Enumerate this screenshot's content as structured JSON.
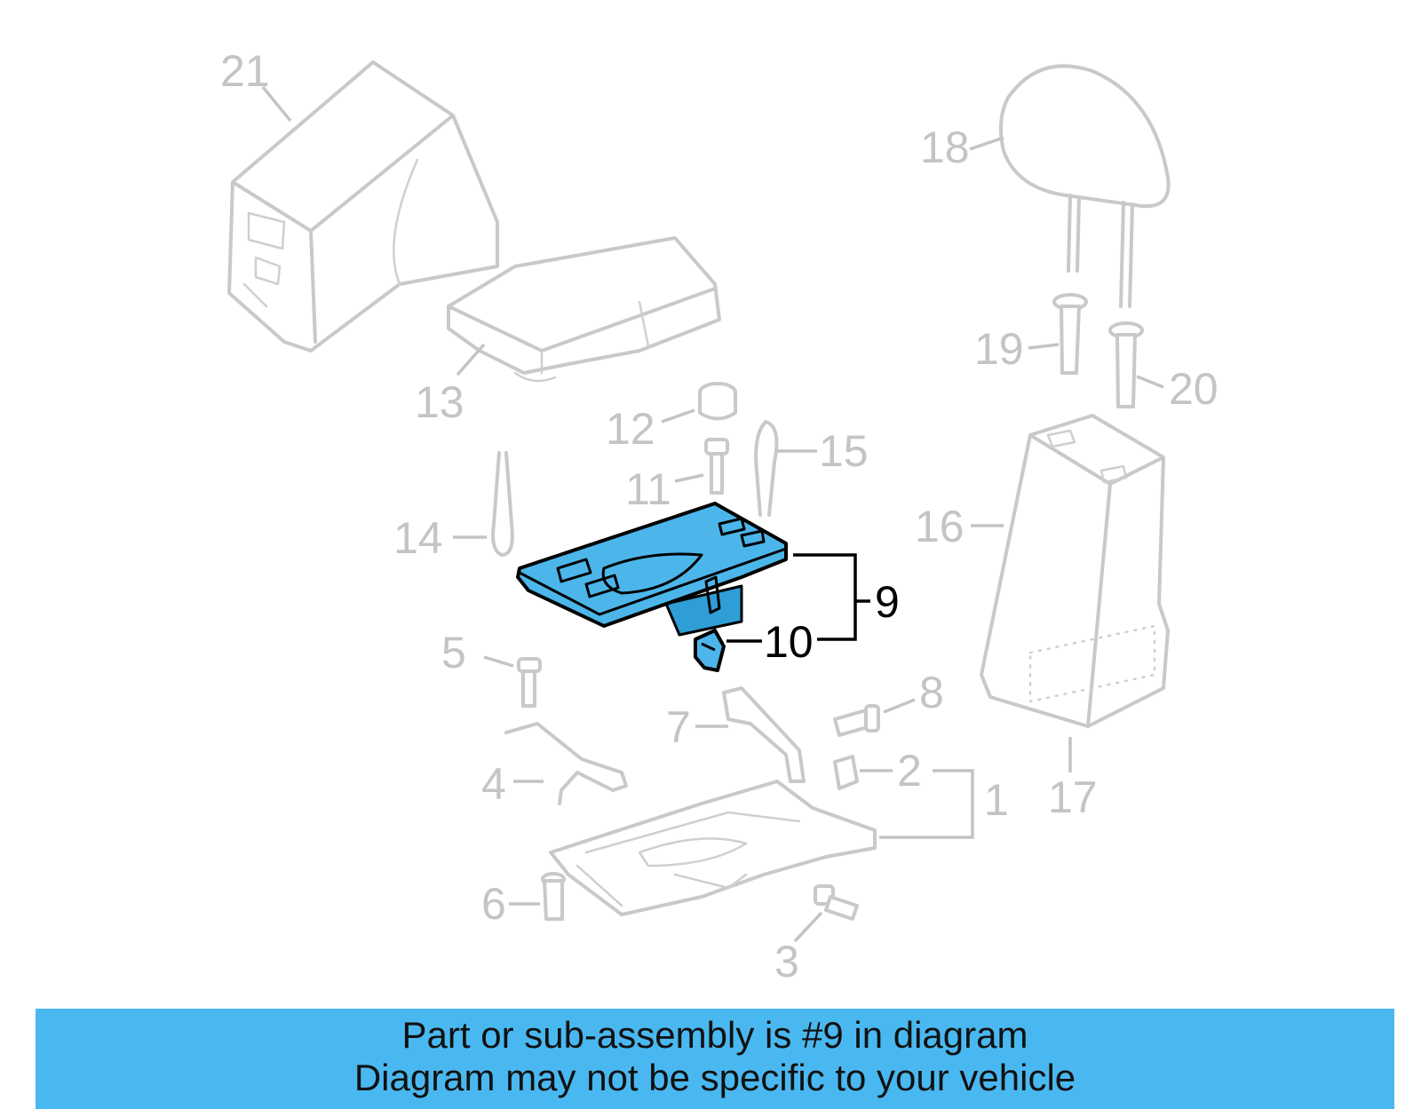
{
  "callouts": {
    "c1": "1",
    "c2": "2",
    "c3": "3",
    "c4": "4",
    "c5": "5",
    "c6": "6",
    "c7": "7",
    "c8": "8",
    "c9": "9",
    "c10": "10",
    "c11": "11",
    "c12": "12",
    "c13": "13",
    "c14": "14",
    "c15": "15",
    "c16": "16",
    "c17": "17",
    "c18": "18",
    "c19": "19",
    "c20": "20",
    "c21": "21"
  },
  "colors": {
    "highlight": "#4cb6ea",
    "banner": "#4ab8f0",
    "ghost": "#c9c9c9"
  },
  "banner": {
    "line1": "Part or sub-assembly is #9 in diagram",
    "line2": "Diagram may not be specific to your vehicle"
  }
}
